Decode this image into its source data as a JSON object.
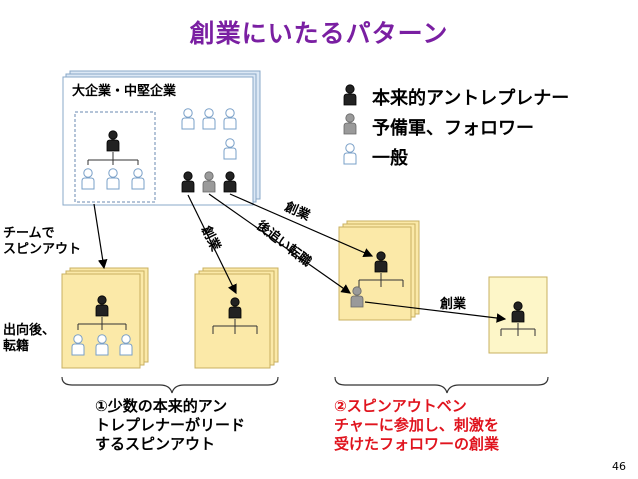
{
  "title": "創業にいたるパターン",
  "company_label": "大企業・中堅企業",
  "legend": [
    {
      "label": "本来的アントレプレナー",
      "color": "#1a1a1a"
    },
    {
      "label": "予備軍、フォロワー",
      "color": "#9a9a9a"
    },
    {
      "label": "一般",
      "color": "#ffffff"
    }
  ],
  "labels": {
    "team_spinout": [
      "チームで",
      "スピンアウト"
    ],
    "secondment": [
      "出向後、",
      "転籍"
    ],
    "founding_vertical": "創業",
    "founding_diagonal": "創業",
    "chase_transfer": "後追い転職",
    "founding_right": "創業"
  },
  "captions": {
    "left": [
      "①少数の本来的アン",
      "トレプレナーがリード",
      "するスピンアウト"
    ],
    "right": [
      "②スピンアウトベン",
      "チャーに参加し、刺激を",
      "受けたフォロワーの創業"
    ]
  },
  "page_number": "46",
  "colors": {
    "title": "#7a1fa2",
    "accent_red": "#e0141e",
    "yellow_box": "#fbe9a8",
    "blue_box": "#dce8f5",
    "arrow": "#000000"
  }
}
